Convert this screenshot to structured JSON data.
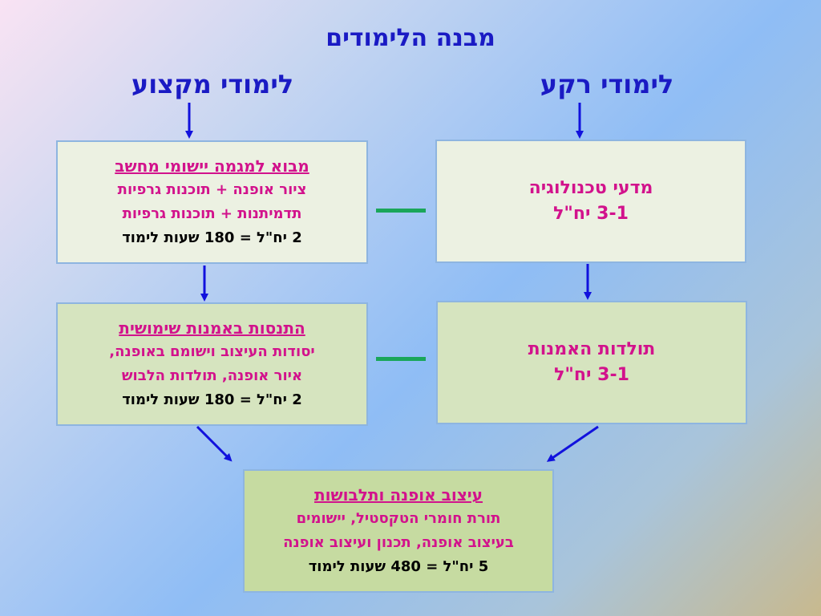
{
  "title": "מבנה הלימודים",
  "columns": {
    "professional": "לימודי מקצוע",
    "background": "לימודי רקע"
  },
  "boxes": {
    "intro": {
      "heading": "מבוא למגמה יישומי מחשב",
      "line1": "ציור אופנה + תוכנות גרפיות",
      "line2": "תדמיתנות + תוכנות גרפיות",
      "hours": "2 יח\"ל =  180 שעות לימוד"
    },
    "tech": {
      "line1": "מדעי טכנולוגיה",
      "line2": "3-1 יח\"ל"
    },
    "applied_art": {
      "heading": "התנסות באמנות שימושית",
      "line1": "יסודות העיצוב וישומם באופנה,",
      "line2": "איור אופנה, תולדות הלבוש",
      "hours": "2 יח\"ל =  180 שעות לימוד"
    },
    "art_history": {
      "line1": "תולדות האמנות",
      "line2": "3-1 יח\"ל"
    },
    "fashion_design": {
      "heading": "עיצוב אופנה ותלבושות",
      "line1": "תורת חומרי הטקסטיל, יישומים",
      "line2": "בעיצוב אופנה, תכנון ועיצוב אופנה",
      "hours": "5 יח\"ל =  480 שעות לימוד"
    }
  },
  "colors": {
    "title": "#1a1ac4",
    "heading_pink": "#d2128c",
    "arrow": "#1111dd",
    "dash": "#1aa65a"
  }
}
